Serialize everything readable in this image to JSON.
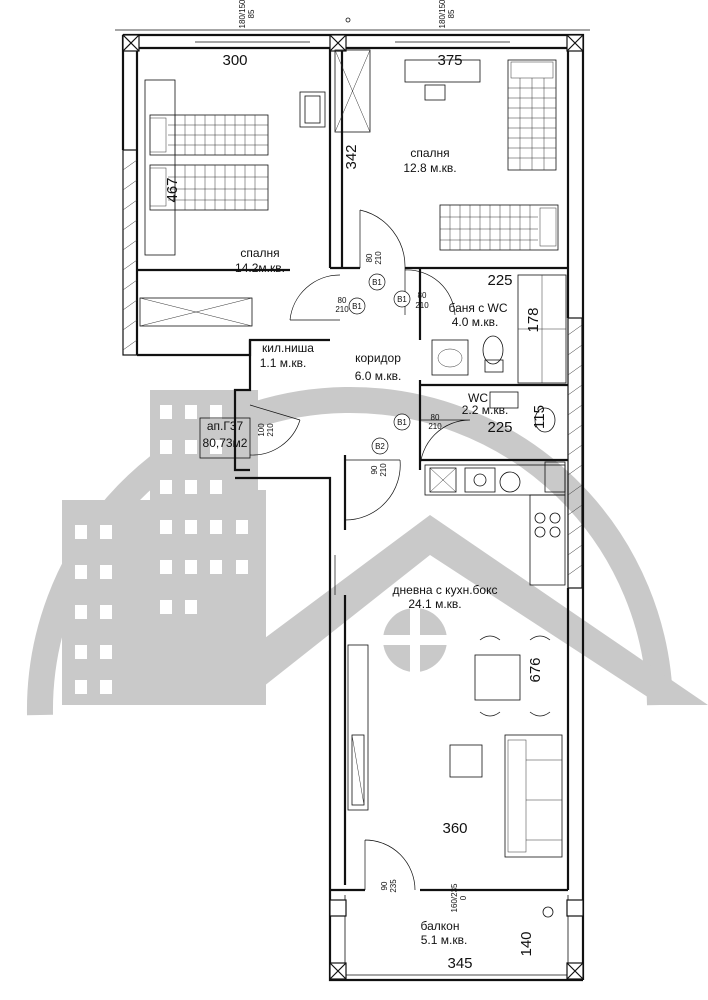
{
  "rooms": [
    {
      "name": "спалня",
      "area": "14.2м.кв."
    },
    {
      "name": "спалня",
      "area": "12.8 м.кв."
    },
    {
      "name": "баня с WC",
      "area": "4.0 м.кв."
    },
    {
      "name": "кил.ниша",
      "area": "1.1 м.кв."
    },
    {
      "name": "коридор",
      "area": "6.0 м.кв."
    },
    {
      "name": "WC",
      "area": "2.2 м.кв."
    },
    {
      "name": "дневна с кухн.бокс",
      "area": "24.1 м.кв."
    },
    {
      "name": "балкон",
      "area": "5.1 м.кв."
    }
  ],
  "apartment": {
    "id": "ап.Г37",
    "area": "80,73м2"
  },
  "dimensions": [
    "300",
    "375",
    "342",
    "467",
    "225",
    "178",
    "225",
    "115",
    "676",
    "360",
    "140",
    "345"
  ],
  "doors": [
    {
      "tag": "B1",
      "size": "80",
      "height": "210"
    },
    {
      "tag": "B1",
      "size": "80",
      "height": "210"
    },
    {
      "tag": "B1",
      "size": "80",
      "height": "210"
    },
    {
      "tag": "B1",
      "size": "80",
      "height": "210"
    },
    {
      "tag": "B2",
      "size": "90",
      "height": "210"
    }
  ],
  "small_marks": {
    "win1_a": "180/150",
    "win1_b": "85",
    "win2_a": "180/150",
    "win2_b": "85",
    "door_entry_a": "100",
    "door_entry_b": "210",
    "door_bath_a": "80",
    "door_bath_b": "210",
    "door_bal_a": "90",
    "door_bal_b": "235",
    "win_bal_a": "160/235",
    "win_bal_b": "0"
  },
  "colors": {
    "wall": "#111111",
    "watermark": "#c9c9c9",
    "background": "#ffffff"
  }
}
